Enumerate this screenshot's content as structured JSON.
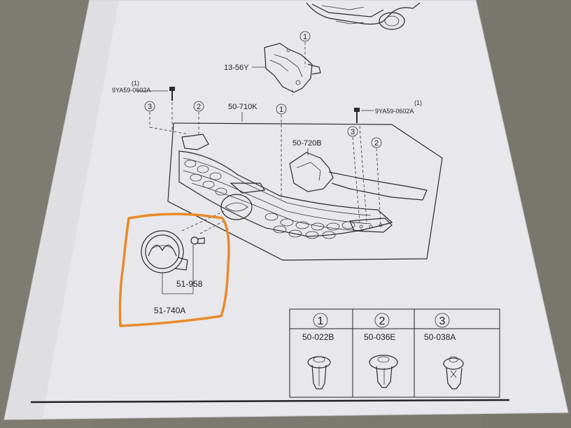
{
  "labels": {
    "bracket": "13-56Y",
    "screw_left": "9YA59-0602A",
    "screw_left_qty": "(1)",
    "screw_right": "9YA59-0602A",
    "screw_right_qty": "(1)",
    "grille": "50-710K",
    "cover": "50-720B",
    "emblem_clip": "51-958",
    "emblem": "51-740A"
  },
  "callouts": {
    "c1_top": "1",
    "c1_mid": "1",
    "c2_left": "2",
    "c2_right": "2",
    "c3_left": "3",
    "c3_right": "3"
  },
  "legend": {
    "col1_num": "1",
    "col1_part": "50-022B",
    "col2_num": "2",
    "col2_part": "50-036E",
    "col3_num": "3",
    "col3_part": "50-038A"
  },
  "colors": {
    "desk": "#7d7a72",
    "paper": "#e9e9ec",
    "ink": "#2a2a2a",
    "highlight": "#e98a2a"
  }
}
